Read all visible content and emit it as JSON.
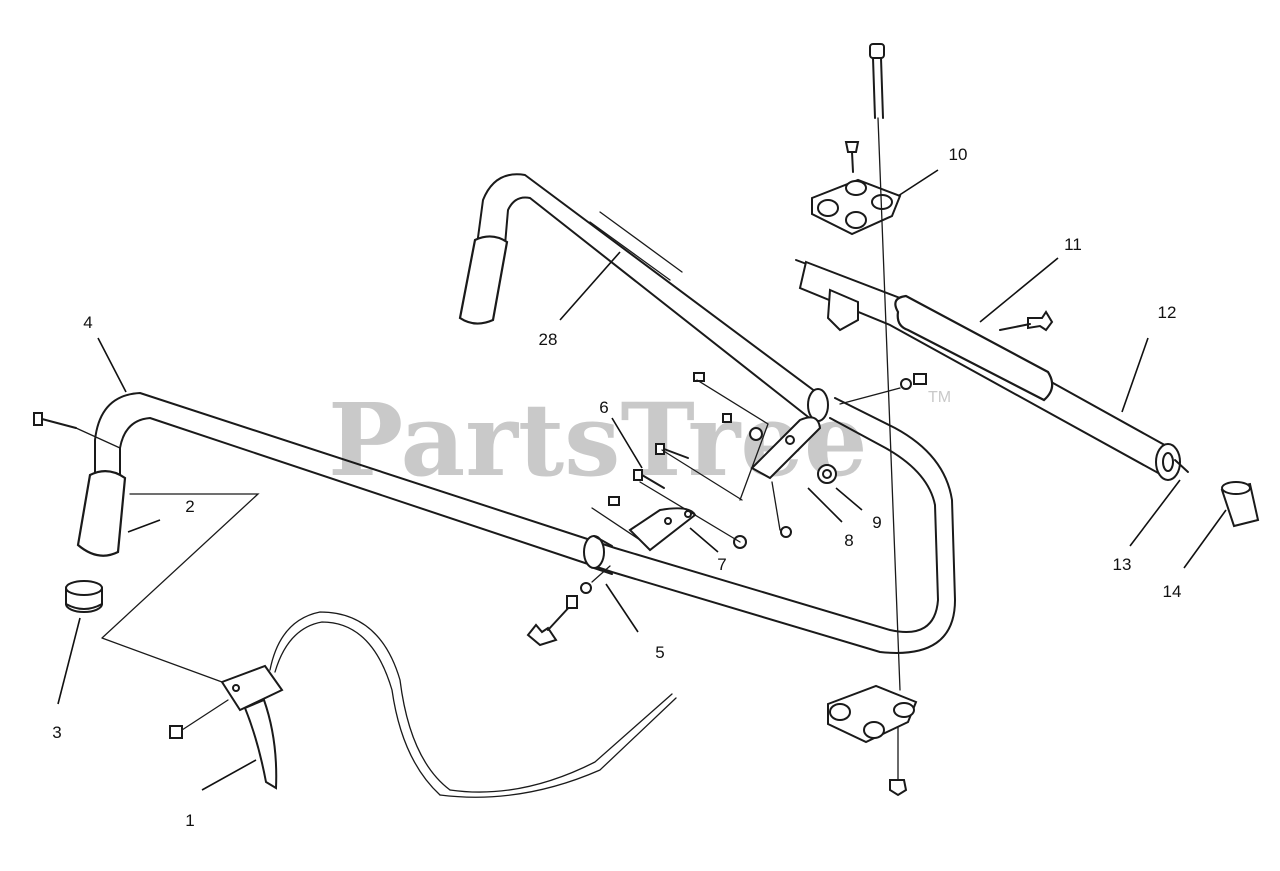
{
  "watermark": {
    "text": "PartsTree",
    "tm": "TM"
  },
  "callouts": {
    "c1": "1",
    "c2": "2",
    "c3": "3",
    "c4": "4",
    "c5": "5",
    "c6": "6",
    "c7": "7",
    "c8": "8",
    "c9": "9",
    "c10": "10",
    "c11": "11",
    "c12": "12",
    "c13": "13",
    "c14": "14",
    "c28": "28"
  }
}
